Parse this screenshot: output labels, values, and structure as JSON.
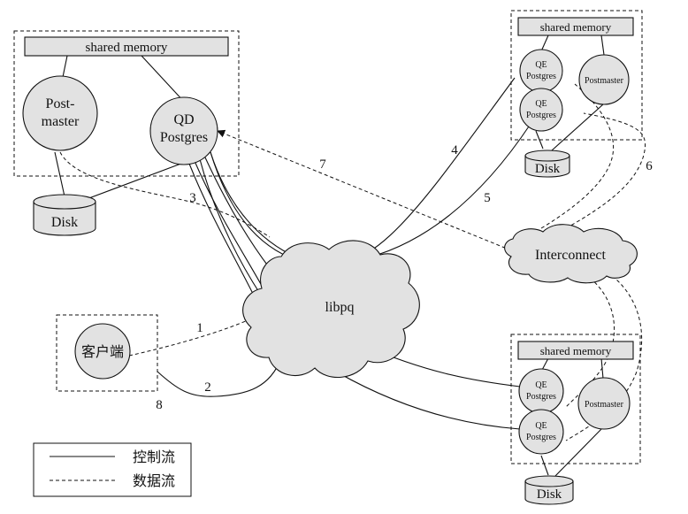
{
  "master": {
    "shared_memory": "shared memory",
    "postmaster": [
      "Post-",
      "master"
    ],
    "qd": [
      "QD",
      "Postgres"
    ],
    "disk": "Disk"
  },
  "segment_top": {
    "shared_memory": "shared memory",
    "qe1": [
      "QE",
      "Postgres"
    ],
    "qe2": [
      "QE",
      "Postgres"
    ],
    "postmaster": "Postmaster",
    "disk": "Disk"
  },
  "segment_bottom": {
    "shared_memory": "shared memory",
    "qe1": [
      "QE",
      "Postgres"
    ],
    "qe2": [
      "QE",
      "Postgres"
    ],
    "postmaster": "Postmaster",
    "disk": "Disk"
  },
  "client": "客户端",
  "libpq": "libpq",
  "interconnect": "Interconnect",
  "step_labels": {
    "s1": "1",
    "s2": "2",
    "s3": "3",
    "s4": "4",
    "s5": "5",
    "s6": "6",
    "s7": "7",
    "s8": "8"
  },
  "legend": {
    "control_flow": "控制流",
    "data_flow": "数据流"
  }
}
